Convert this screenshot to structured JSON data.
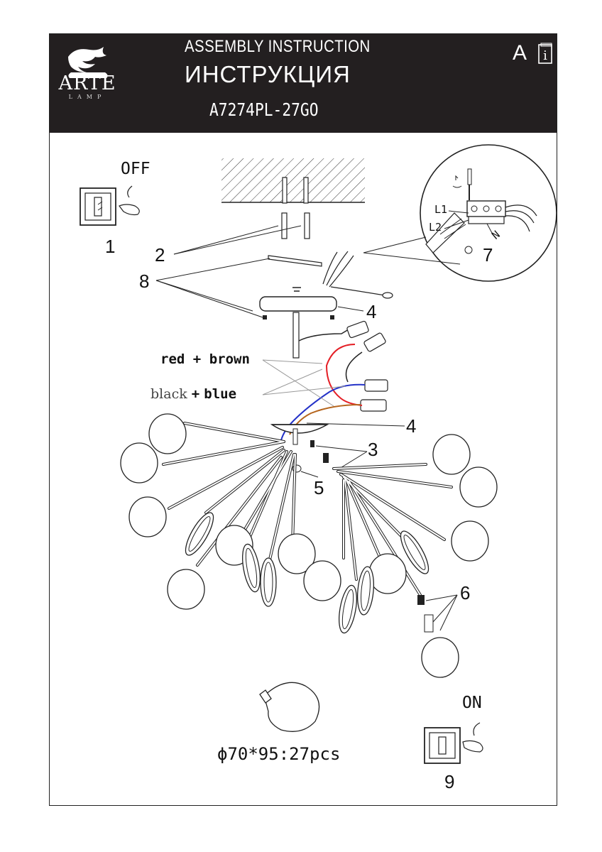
{
  "header": {
    "brand": "ARTE",
    "brand_sub": "LAMP",
    "title_en": "ASSEMBLY INSTRUCTION",
    "title_ru": "ИНСТРУКЦИЯ",
    "model": "A7274PL-27GO",
    "language": "A"
  },
  "steps": {
    "off_label": "OFF",
    "on_label": "ON",
    "s1": "1",
    "s2": "2",
    "s3": "3",
    "s4a": "4",
    "s4b": "4",
    "s5": "5",
    "s6": "6",
    "s7": "7",
    "s8": "8",
    "s9": "9"
  },
  "wiring": {
    "l1": "L1",
    "l2": "L2",
    "n": "N",
    "pair1_a": "red",
    "pair1_plus": "+",
    "pair1_b": "brown",
    "pair2_a": "black",
    "pair2_plus": "+",
    "pair2_b": "blue"
  },
  "bulb_spec": "ϕ70*95:27pcs",
  "colors": {
    "header_bg": "#231f20",
    "red_wire": "#e41f26",
    "blue_wire": "#2432c8",
    "brown_wire": "#b5651d"
  },
  "icons": [
    "arte-lion-logo",
    "info-book-icon",
    "switch-off-icon",
    "switch-on-icon",
    "screwdriver-icon"
  ]
}
